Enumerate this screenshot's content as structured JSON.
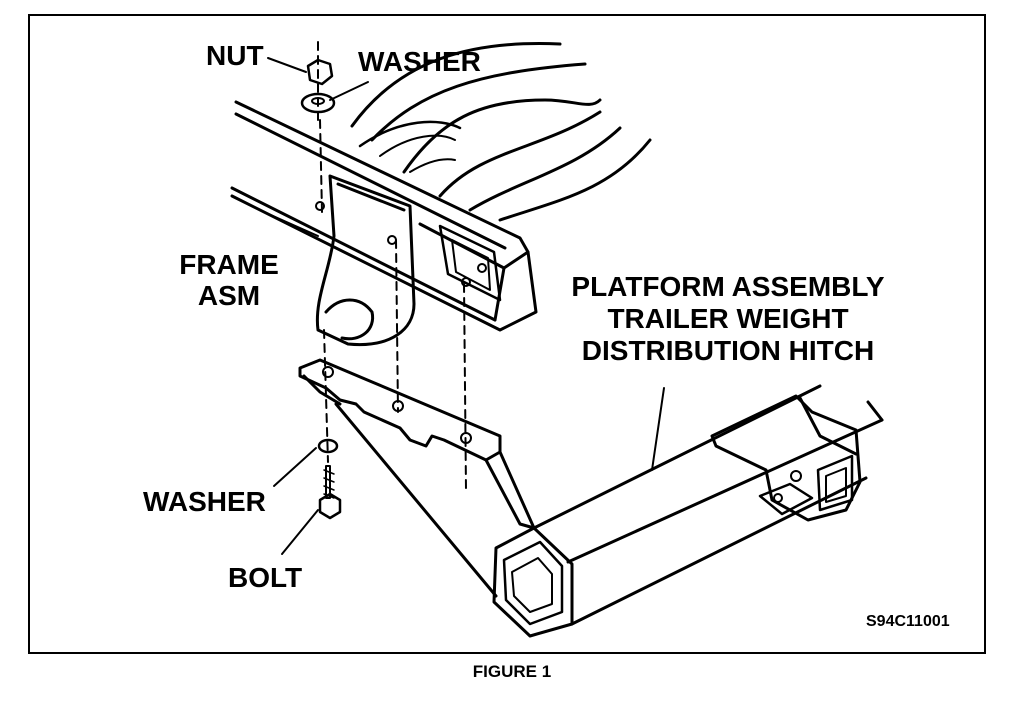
{
  "labels": {
    "nut": "NUT",
    "washer_top": "WASHER",
    "frame_line1": "FRAME",
    "frame_line2": "ASM",
    "platform_line1": "PLATFORM ASSEMBLY",
    "platform_line2": "TRAILER WEIGHT",
    "platform_line3": "DISTRIBUTION HITCH",
    "washer_bottom": "WASHER",
    "bolt": "BOLT"
  },
  "figure_code": "S94C11001",
  "caption": "FIGURE 1"
}
